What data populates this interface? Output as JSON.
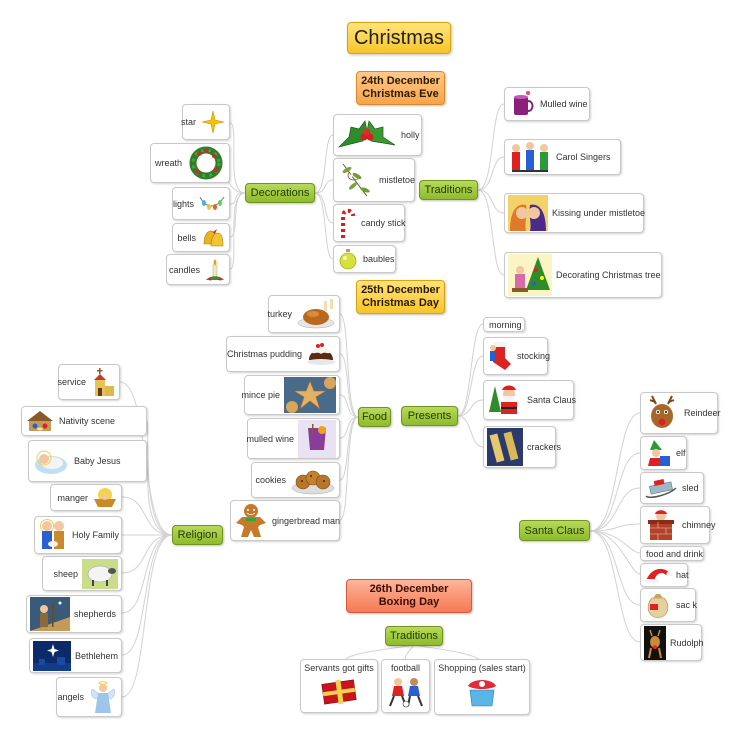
{
  "title": "Christmas",
  "dates": {
    "eve": [
      "24th December",
      "Christmas Eve"
    ],
    "day": [
      "25th December",
      "Christmas Day"
    ],
    "boxing": [
      "26th December",
      "Boxing Day"
    ]
  },
  "branches": {
    "decorations": "Decorations",
    "traditions_eve": "Traditions",
    "food": "Food",
    "presents": "Presents",
    "religion": "Religion",
    "santa": "Santa Claus",
    "traditions_boxing": "Traditions"
  },
  "decorations": [
    "star",
    "wreath",
    "lights",
    "bells",
    "candles",
    "holly",
    "mistletoe",
    "candy stick",
    "baubles"
  ],
  "traditions_eve": [
    "Mulled wine",
    "Carol Singers",
    "Kissing under mistletoe",
    "Decorating Christmas tree"
  ],
  "food": [
    "turkey",
    "Christmas pudding",
    "mince pie",
    "mulled wine",
    "cookies",
    "gingerbread man"
  ],
  "presents": [
    "morning",
    "stocking",
    "Santa Claus",
    "crackers"
  ],
  "religion": [
    "service",
    "Nativity scene",
    "Baby Jesus",
    "manger",
    "Holy Family",
    "sheep",
    "shepherds",
    "Bethlehem",
    "angels"
  ],
  "santa": [
    "Reindeer",
    "elf",
    "sled",
    "chimney",
    "food and drink",
    "hat",
    "sac k",
    "Rudolph"
  ],
  "boxing": [
    "Servants got gifts",
    "football",
    "Shopping (sales start)"
  ],
  "colors": {
    "branch_green": "#9cc63a",
    "eve_orange": "#f7a44a",
    "day_yellow": "#f7c52b",
    "boxing_red": "#f47a54",
    "link_gray": "#cfcfcf"
  }
}
